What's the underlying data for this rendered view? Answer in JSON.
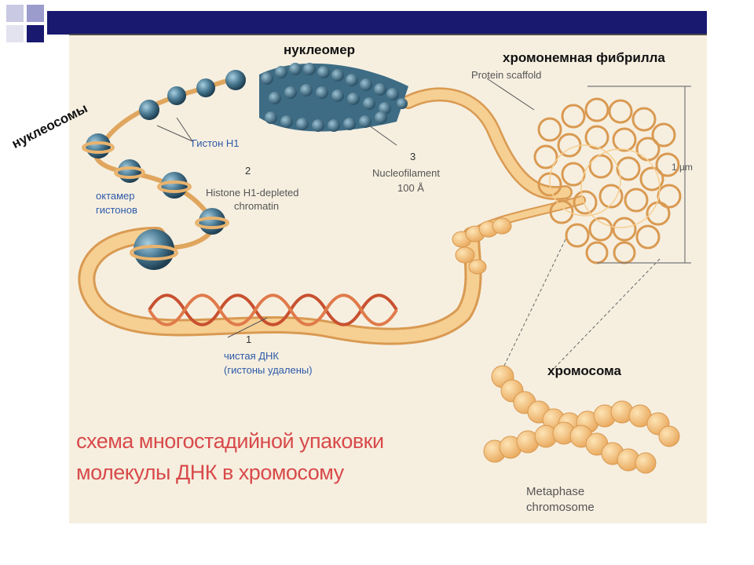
{
  "labels": {
    "nucleomer": "нуклеомер",
    "chromonema_fibril": "хромонемная фибрилла",
    "nucleosomes": "нуклеосомы",
    "protein_scaffold": "Protein scaffold",
    "histone_h1": "Гистон Н1",
    "step2_num": "2",
    "histone_depleted_line1": "Histone H1-depleted",
    "histone_depleted_line2": "chromatin",
    "octamer_line1": "октамер",
    "octamer_line2": "гистонов",
    "step3_num": "3",
    "nucleofilament_line1": "Nucleofilament",
    "nucleofilament_line2": "100 Å",
    "scale": "1 µm",
    "step1_num": "1",
    "pure_dna_line1": "чистая ДНК",
    "pure_dna_line2": "(гистоны удалены)",
    "chromosome": "хромосома",
    "metaphase_line1": "Metaphase",
    "metaphase_line2": "chromosome"
  },
  "title": {
    "line1": "схема многостадийной упаковки",
    "line2": "молекулы ДНК в хромосому"
  },
  "colors": {
    "accent_bar": "#191970",
    "title_red": "#d84a4a",
    "dna_orange": "#f2c27e",
    "nucleosome_blue": "#4a7a93",
    "label_blue": "#2d5aa8"
  }
}
